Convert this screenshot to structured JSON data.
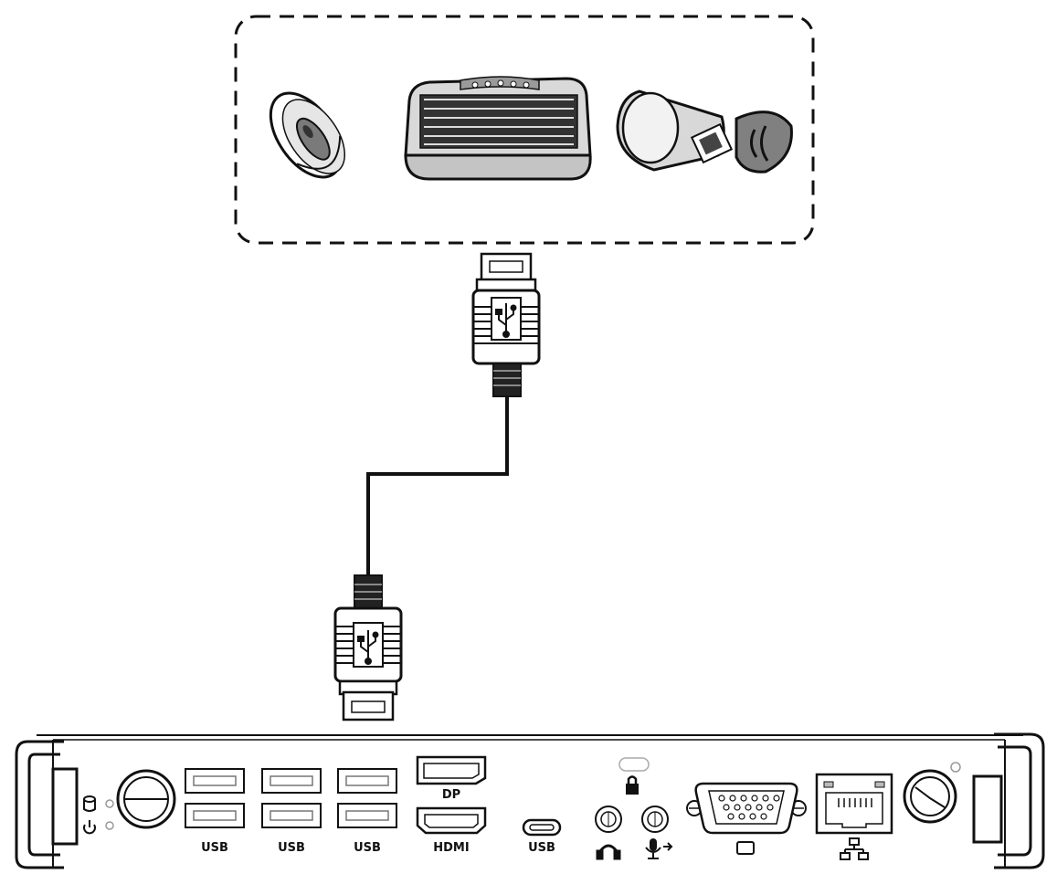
{
  "peripherals": {
    "items": [
      {
        "name": "mouse",
        "icon": "mouse-icon"
      },
      {
        "name": "keyboard",
        "icon": "keyboard-icon"
      },
      {
        "name": "usb-flash-drive",
        "icon": "usb-drive-icon"
      }
    ]
  },
  "cable": {
    "connector_icon": "usb-trident-icon"
  },
  "ports": {
    "usb1": "USB",
    "usb2": "USB",
    "usb3": "USB",
    "dp": "DP",
    "hdmi": "HDMI",
    "usbc": "USB"
  },
  "colors": {
    "stroke": "#111111",
    "fill": "#ffffff",
    "gray": "#bdbdbd",
    "dark": "#555555"
  }
}
